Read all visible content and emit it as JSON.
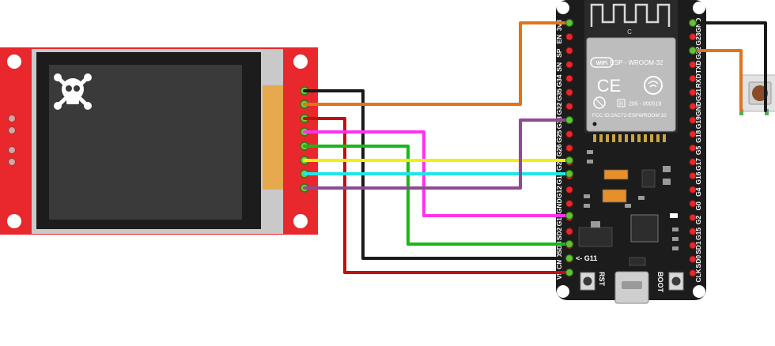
{
  "esp32": {
    "module_name": "ESP - WROOM-32",
    "cert_r": "205 - 000519",
    "cert_fcc": "FCC ID:2AC72-ESPWROOM 32",
    "shield_label": "C",
    "left_pins": [
      "3v3",
      "EN",
      "SP",
      "SN",
      "G34",
      "G35",
      "G32",
      "G33",
      "G25",
      "G26",
      "G27",
      "G14",
      "G12",
      "GND",
      "G13",
      "SD2",
      "SD3",
      "CMD",
      "V5"
    ],
    "right_pins": [
      "GND",
      "G23",
      "G22",
      "TXD",
      "RXD",
      "G21",
      "GND",
      "G19",
      "G18",
      "G5",
      "G17",
      "G16",
      "G4",
      "G0",
      "G2",
      "G15",
      "SD1",
      "SD0",
      "CLK"
    ],
    "g11_label": "<- G11",
    "rst_label": "RST",
    "boot_label": "BOOT"
  },
  "wire_colors": {
    "black": "#1a1a1a",
    "orange": "#e0731c",
    "red": "#c40f0f",
    "magenta": "#ff33ee",
    "green": "#18b818",
    "yellow": "#f2ee10",
    "cyan": "#22e6e6",
    "purple": "#8e4a92"
  },
  "colors": {
    "board": "#1c1c1c",
    "display_pcb": "#e8282c",
    "screen": "#3a3a3a",
    "button_pcb": "#e3e3e3"
  }
}
